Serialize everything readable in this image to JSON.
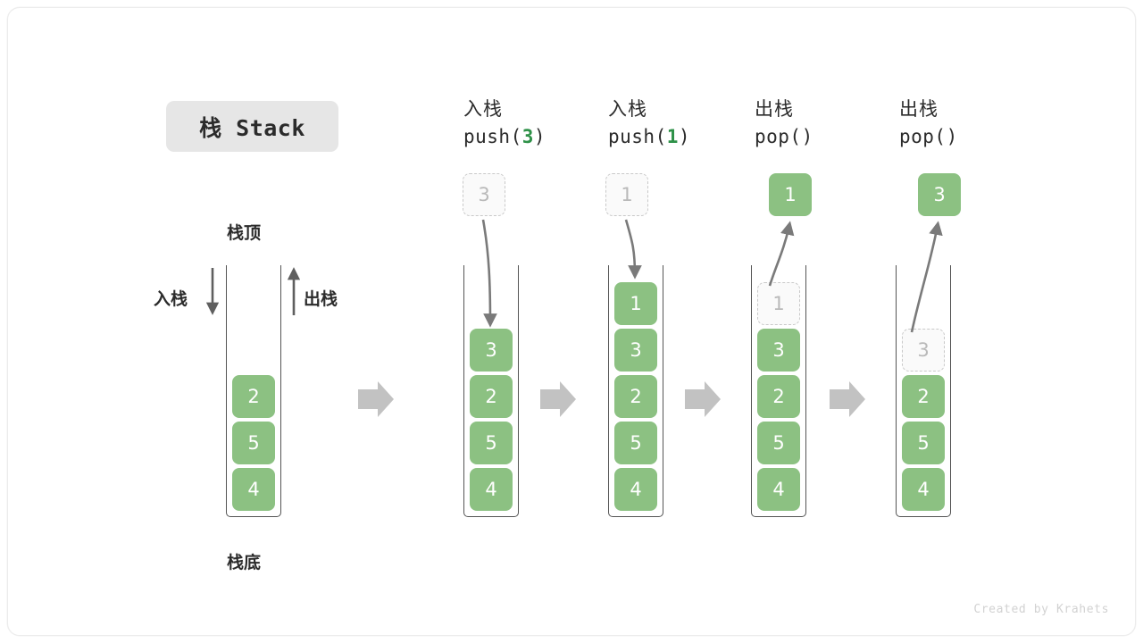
{
  "figure": {
    "title_badge": "栈 Stack",
    "credit": "Created by Krahets",
    "colors": {
      "cell_green": "#8cc182",
      "accent_green": "#2e9148",
      "ghost_fill": "#fafafa",
      "ghost_border": "#c9c9c9",
      "arrow_grey": "#7a7a7a",
      "step_arrow_grey": "#c2c2c2",
      "badge_bg": "#e6e6e6",
      "text_dark": "#2b2b2b"
    }
  },
  "legend": {
    "top_label": "栈顶",
    "bottom_label": "栈底",
    "push_label": "入栈",
    "pop_label": "出栈"
  },
  "columns": [
    {
      "id": "initial",
      "head_cn": "",
      "head_code": "",
      "head_code_num": "",
      "floating": null,
      "cells": [
        "4",
        "5",
        "2"
      ],
      "ghost_top": null
    },
    {
      "id": "push-3",
      "head_cn": "入栈",
      "head_code_prefix": "push(",
      "head_code_num": "3",
      "head_code_suffix": ")",
      "floating": {
        "value": "3",
        "style": "ghost"
      },
      "cells": [
        "4",
        "5",
        "2",
        "3"
      ],
      "ghost_top": null
    },
    {
      "id": "push-1",
      "head_cn": "入栈",
      "head_code_prefix": "push(",
      "head_code_num": "1",
      "head_code_suffix": ")",
      "floating": {
        "value": "1",
        "style": "ghost"
      },
      "cells": [
        "4",
        "5",
        "2",
        "3",
        "1"
      ],
      "ghost_top": null
    },
    {
      "id": "pop-1",
      "head_cn": "出栈",
      "head_code_prefix": "pop(",
      "head_code_num": "",
      "head_code_suffix": ")",
      "floating": {
        "value": "1",
        "style": "solid"
      },
      "cells": [
        "4",
        "5",
        "2",
        "3"
      ],
      "ghost_top": "1"
    },
    {
      "id": "pop-3",
      "head_cn": "出栈",
      "head_code_prefix": "pop(",
      "head_code_num": "",
      "head_code_suffix": ")",
      "floating": {
        "value": "3",
        "style": "solid"
      },
      "cells": [
        "4",
        "5",
        "2"
      ],
      "ghost_top": "3"
    }
  ],
  "step_arrows": 4
}
